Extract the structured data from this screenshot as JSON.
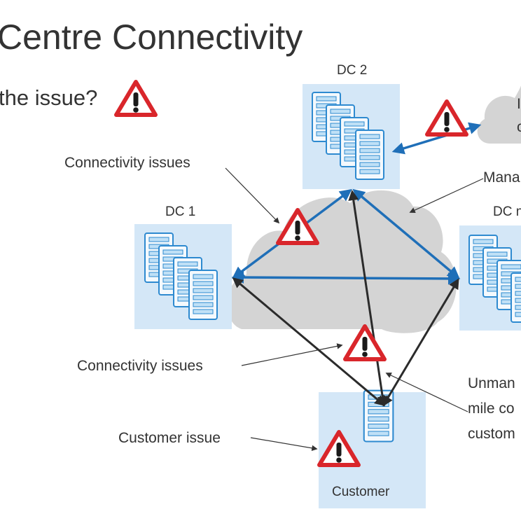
{
  "title": "Centre Connectivity",
  "subtitle": "the issue?",
  "nodes": {
    "dc2": "DC 2",
    "dc1": "DC 1",
    "dcn": "DC n",
    "customer": "Customer"
  },
  "annotations": {
    "connectivity_issues_top": "Connectivity issues",
    "connectivity_issues_mid": "Connectivity issues",
    "customer_issue": "Customer issue",
    "managed": "Mana",
    "unmanaged_line1": "Unman",
    "unmanaged_line2": "mile co",
    "unmanaged_line3": "custom",
    "cloud_right_line1": "I",
    "cloud_right_line2": "c"
  },
  "colors": {
    "text": "#333333",
    "dc_box": "#d4e7f7",
    "cloud": "#d4d4d4",
    "link_blue": "#1f6fb8",
    "link_dark": "#2b2b2b",
    "warning_red": "#d9262b"
  }
}
